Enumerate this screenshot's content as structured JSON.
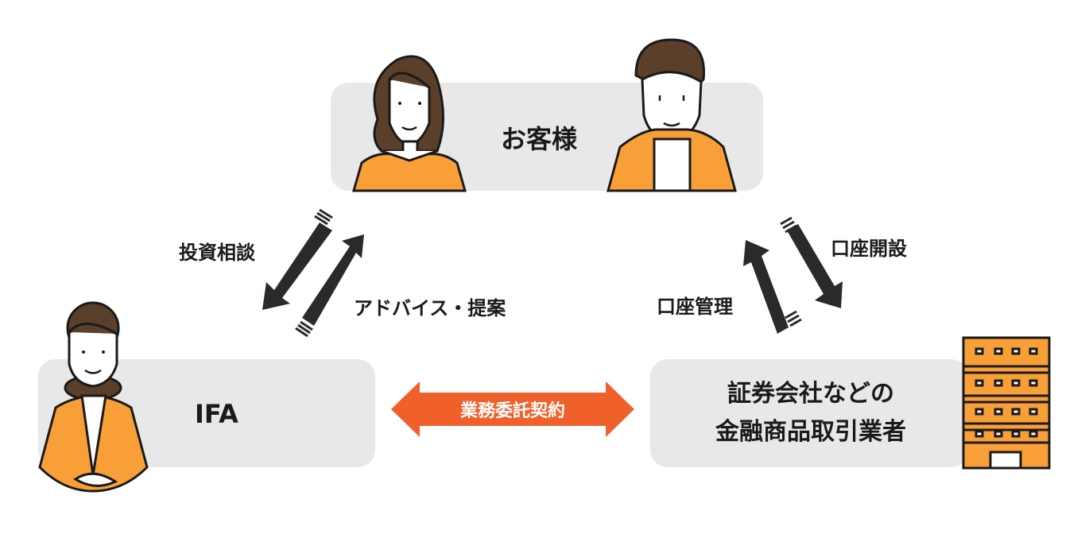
{
  "nodes": {
    "customer": {
      "label": "お客様"
    },
    "ifa": {
      "label": "IFA"
    },
    "broker": {
      "line1": "証券会社などの",
      "line2": "金融商品取引業者"
    }
  },
  "flows": {
    "customer_to_ifa": "投資相談",
    "ifa_to_customer": "アドバイス・提案",
    "customer_to_broker": "口座開設",
    "broker_to_customer": "口座管理",
    "ifa_broker": "業務委託契約"
  },
  "colors": {
    "box_bg": "#e8e8e8",
    "orange": "#f99f38",
    "contract_arrow": "#f0602a",
    "hair": "#5a3f2a",
    "arrow_dark": "#2a2a2a"
  }
}
